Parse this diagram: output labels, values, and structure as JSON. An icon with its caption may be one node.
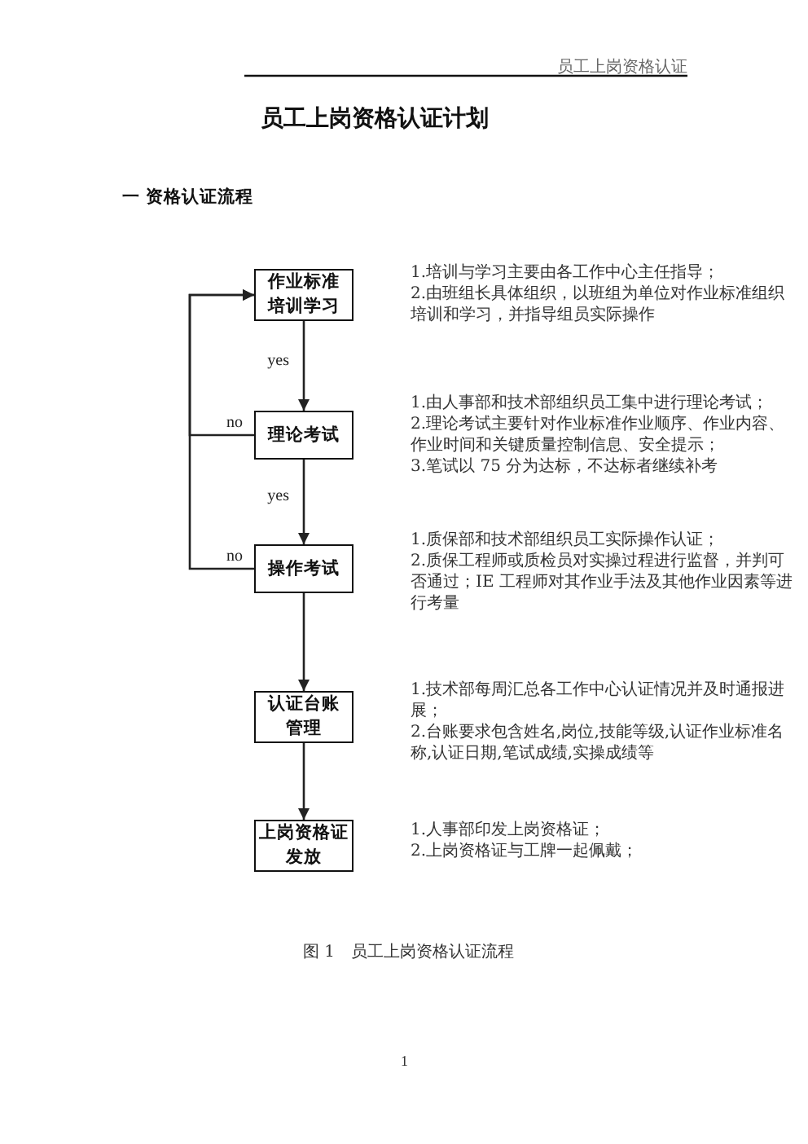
{
  "diagram": {
    "title": "员工上岗资格认证计划",
    "caption": "图 1　员工上岗资格认证流程",
    "nodes": [
      {
        "text": [
          "作业标准培训学习"
        ],
        "beside": [
          "1.培训与学习主要由各工作中心主任指导；",
          "2.由班组长具体组织，以班组为单位对作业标准组织培训和学习，并指导组员实际操作"
        ]
      },
      {
        "text": [
          "理论考试"
        ],
        "beside": [
          "1.由人事部和技术部组织员工集中进行理论考试；",
          "2.理论考试主要针对作业标准作业顺序、作业内容、作业时间和关键质量控制信息、安全提示；",
          "3.笔试以 75 分为达标，不达标者继续补考"
        ]
      },
      {
        "text": [
          "操作考试"
        ],
        "beside": [
          "1.质保部和技术部组织员工实际操作认证；",
          "2.质保工程师或质检员对实操过程进行监督，并判可否通过；IE 工程师对其作业手法及其他作业因素等进行考量"
        ]
      },
      {
        "text": [
          "认证台账管理"
        ],
        "beside": [
          "1.技术部每周汇总各工作中心认证情况并及时通报进展；",
          "2.台账要求包含姓名,岗位,技能等级,认证作业标准名称,认证日期,笔试成绩,实操成绩等"
        ]
      },
      {
        "text": [
          "上岗资格证发放"
        ],
        "beside": [
          "1.人事部印发上岗资格证；",
          "2.上岗资格证与工牌一起佩戴；"
        ]
      }
    ],
    "edges": [
      {
        "from": 0,
        "to": 1,
        "arrow": "to",
        "label": "yes"
      },
      {
        "from": 1,
        "to": 2,
        "arrow": "to",
        "label": "yes"
      },
      {
        "from": 2,
        "to": 3,
        "arrow": "to"
      },
      {
        "from": 3,
        "to": 4,
        "arrow": "to"
      },
      {
        "from": 1,
        "to": 0,
        "arrow": "to",
        "label": "no"
      },
      {
        "from": 2,
        "to": 0,
        "arrow": "to",
        "label": "no"
      }
    ],
    "labels": [
      "员工上岗资格认证",
      "一 资格认证流程",
      "1"
    ]
  }
}
